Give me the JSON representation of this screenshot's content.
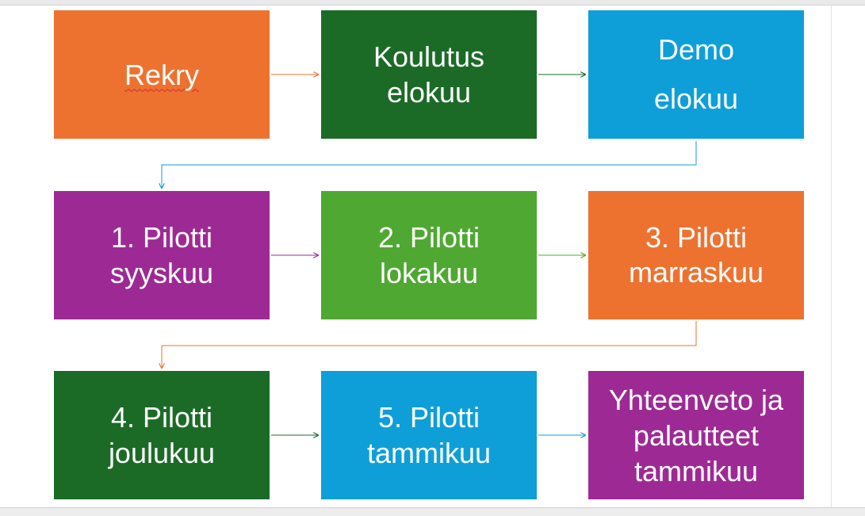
{
  "colors": {
    "orange": "#ED7230",
    "dark_green": "#1B6B27",
    "blue": "#0E9FD8",
    "purple": "#9D2A94",
    "light_green": "#4FA832"
  },
  "boxes": [
    {
      "lines": [
        "Rekry"
      ],
      "color": "#ED7230"
    },
    {
      "lines": [
        "Koulutus",
        "elokuu"
      ],
      "color": "#1B6B27"
    },
    {
      "lines": [
        "Demo",
        "elokuu"
      ],
      "color": "#0E9FD8"
    },
    {
      "lines": [
        "1. Pilotti",
        "syyskuu"
      ],
      "color": "#9D2A94"
    },
    {
      "lines": [
        "2. Pilotti",
        "lokakuu"
      ],
      "color": "#4FA832"
    },
    {
      "lines": [
        "3. Pilotti",
        "marraskuu"
      ],
      "color": "#ED7230"
    },
    {
      "lines": [
        "4. Pilotti",
        "joulukuu"
      ],
      "color": "#1B6B27"
    },
    {
      "lines": [
        "5. Pilotti",
        "tammikuu"
      ],
      "color": "#0E9FD8"
    },
    {
      "lines": [
        "Yhteenveto ja",
        "palautteet",
        "tammikuu"
      ],
      "color": "#9D2A94"
    }
  ]
}
